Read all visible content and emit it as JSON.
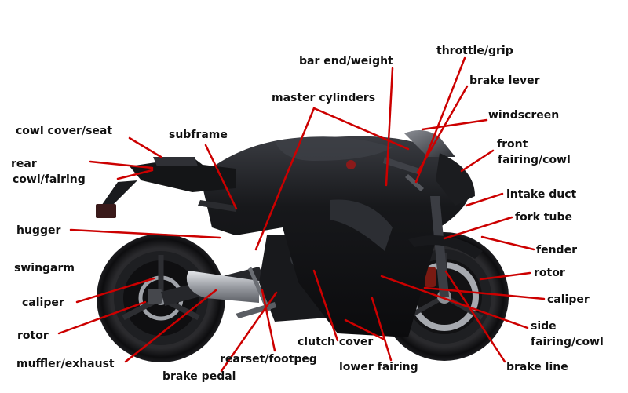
{
  "colors": {
    "background": "#ffffff",
    "leader_line": "#cc0000",
    "label_text": "#111111",
    "bike_body": "#151517",
    "bike_highlight": "#6e7178",
    "metal": "#b9bcc2"
  },
  "diagram": {
    "labels": {
      "bar_end": "bar end/weight",
      "throttle": "throttle/grip",
      "brake_lever": "brake lever",
      "master_cylinders": "master cylinders",
      "windscreen": "windscreen",
      "cowl_cover": "cowl cover/seat",
      "subframe": "subframe",
      "front_fairing_1": "front",
      "front_fairing_2": "fairing/cowl",
      "rear_cowl_1": "rear",
      "rear_cowl_2": "cowl/fairing",
      "intake_duct": "intake duct",
      "fork_tube": "fork tube",
      "hugger": "hugger",
      "fender": "fender",
      "swingarm": "swingarm",
      "rotor_front": "rotor",
      "caliper_rear": "caliper",
      "caliper_front": "caliper",
      "side_fairing_1": "side",
      "side_fairing_2": "fairing/cowl",
      "rotor_rear": "rotor",
      "clutch_cover": "clutch cover",
      "brake_line": "brake line",
      "muffler": "muffler/exhaust",
      "rearset": "rearset/footpeg",
      "lower_fairing": "lower fairing",
      "brake_pedal": "brake pedal"
    }
  }
}
